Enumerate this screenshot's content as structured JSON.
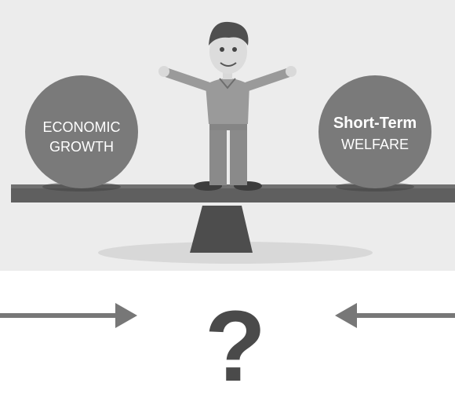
{
  "scene": {
    "left_weight": {
      "line1": "ECONOMIC",
      "line2": "GROWTH"
    },
    "right_weight": {
      "line1": "Short-Term",
      "line2": "WELFARE"
    },
    "question": "?"
  },
  "colors": {
    "background_top": "#ececec",
    "background_bottom": "#ffffff",
    "ball": "#7a7a7a",
    "beam": "#5d5d5d",
    "fulcrum": "#4d4d4d",
    "shadow": "#d9d9d9",
    "arrow": "#777777"
  }
}
